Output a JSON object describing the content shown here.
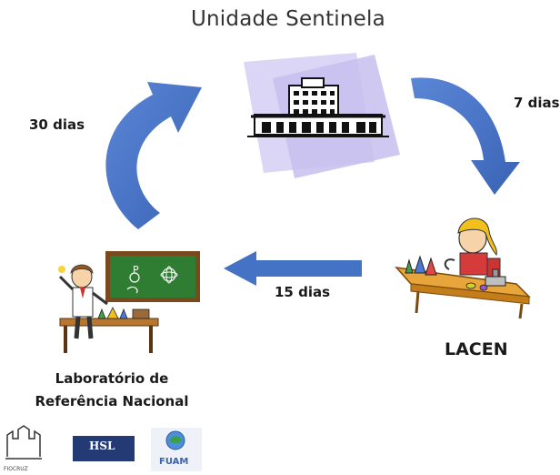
{
  "diagram": {
    "title": "Unidade Sentinela",
    "nodes": {
      "lacen": "LACEN",
      "lrn_line1": "Laboratório de",
      "lrn_line2": "Referência Nacional"
    },
    "edges": {
      "sentinel_to_lacen": "7 dias",
      "lacen_to_lrn": "15 dias",
      "lrn_to_sentinel": "30 dias"
    },
    "logos": {
      "fiocruz": "FIOCRUZ",
      "hsl": "HSL",
      "fuam": "FUAM"
    },
    "colors": {
      "arrow": "#4472c4",
      "lavender": "#c9c3ef",
      "board": "#2f7d32",
      "board_frame": "#7a4a1f"
    }
  }
}
